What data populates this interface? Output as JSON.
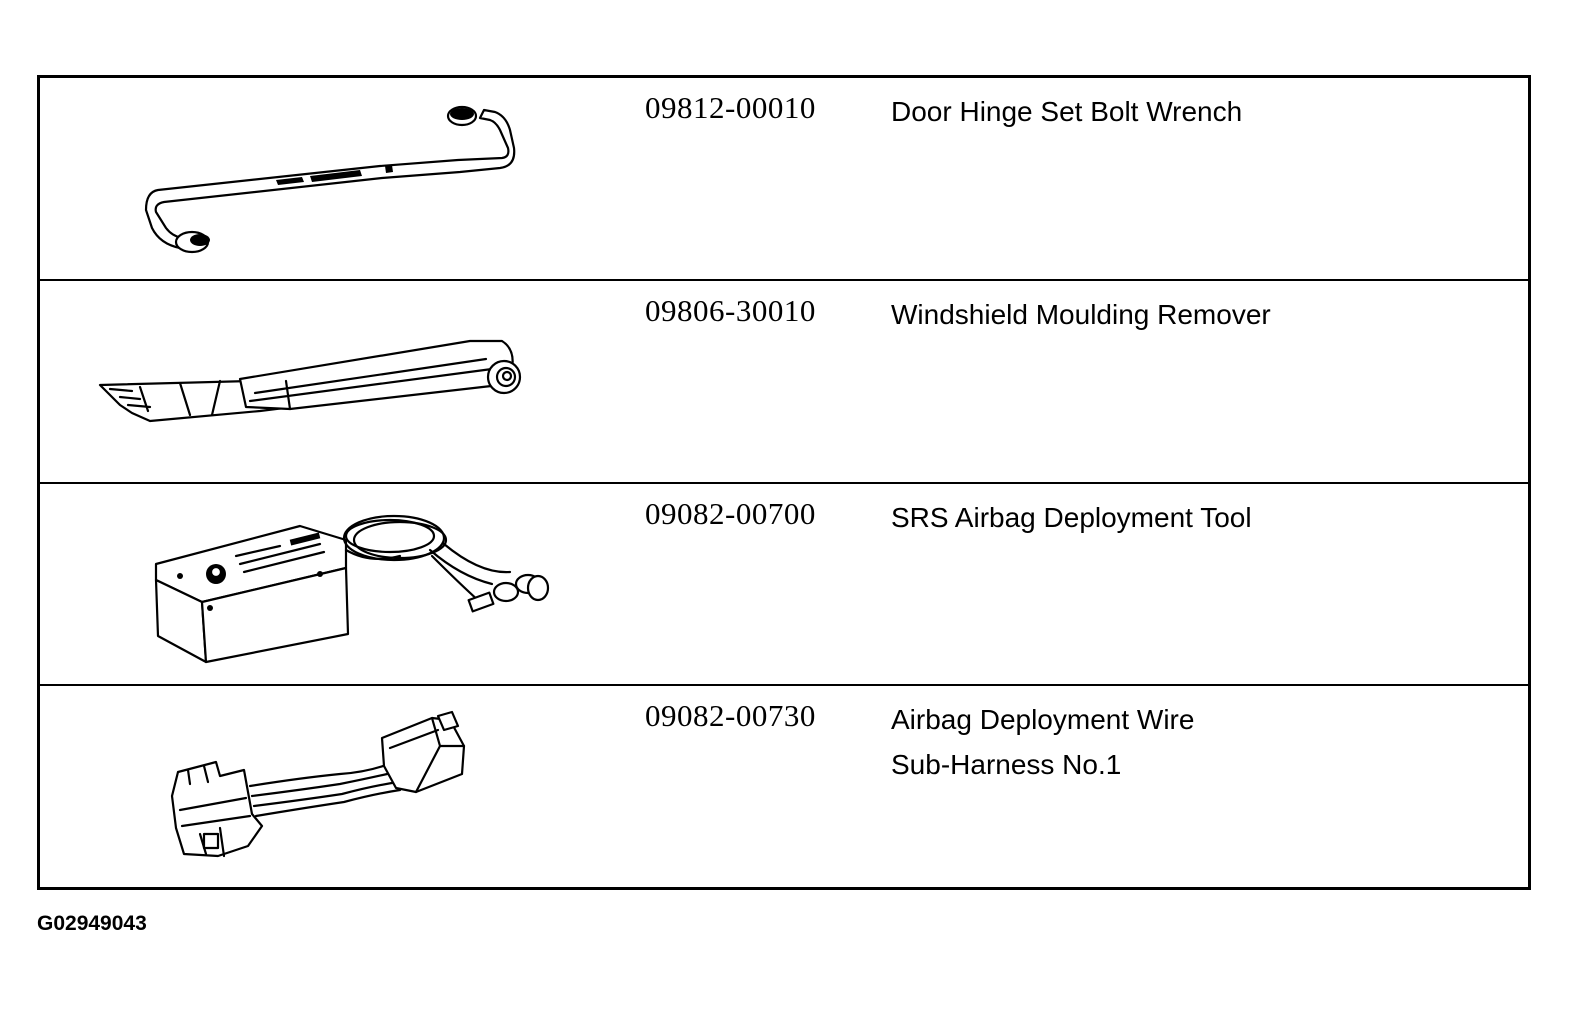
{
  "tools": [
    {
      "part_number": "09812-00010",
      "name": "Door Hinge Set Bolt Wrench",
      "icon": "wrench-icon"
    },
    {
      "part_number": "09806-30010",
      "name": "Windshield Moulding Remover",
      "icon": "moulding-remover-icon"
    },
    {
      "part_number": "09082-00700",
      "name": "SRS Airbag Deployment Tool",
      "icon": "deployment-tool-icon"
    },
    {
      "part_number": "09082-00730",
      "name": "Airbag Deployment Wire\nSub-Harness  No.1",
      "icon": "wire-sub-harness-icon"
    }
  ],
  "figure_id": "G02949043"
}
